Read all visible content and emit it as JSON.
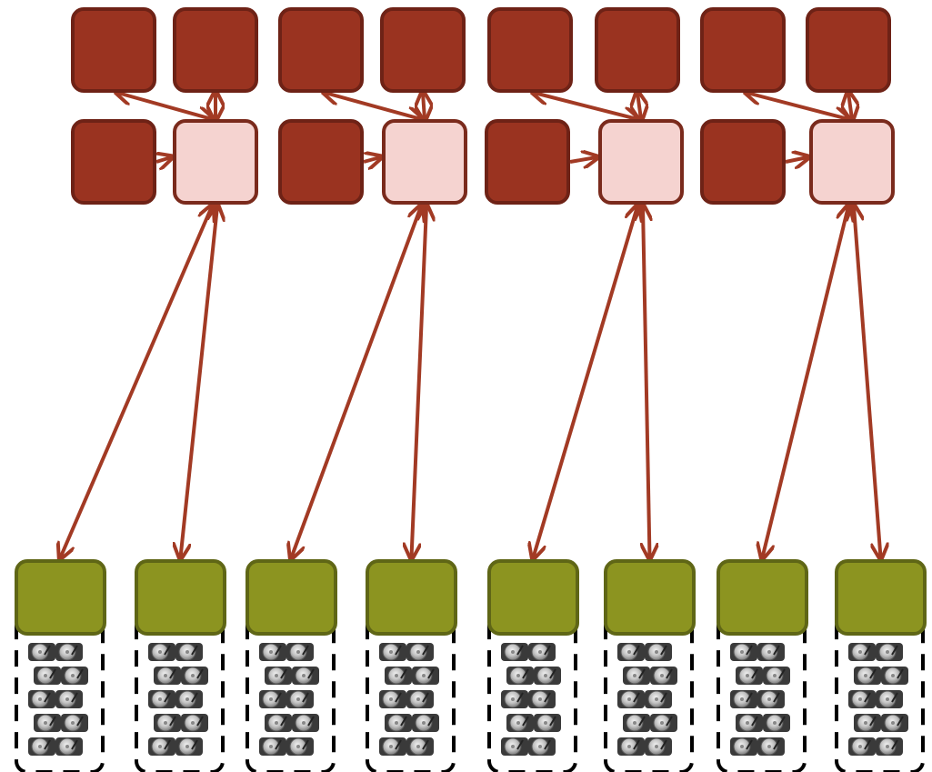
{
  "colors": {
    "dark_node_fill": "#9a3320",
    "dark_node_stroke": "#6e2216",
    "aggregator_fill": "#f5d3d0",
    "aggregator_stroke": "#7a2a1c",
    "storage_node_fill": "#8c9420",
    "storage_node_stroke": "#5f6616",
    "edge": "#a23a24",
    "disk_group_border": "#000000",
    "disk_metal": "#b8b8b8"
  },
  "diagram": {
    "groups": 4,
    "nodes_per_group": {
      "top_row": 2,
      "second_row_dark": 1,
      "aggregator": 1
    },
    "storage_servers": 8,
    "storage_servers_per_aggregator": 2,
    "disk_icons": {
      "icon": "hard-disk-icon",
      "icons_per_stack": 10
    },
    "edge_style": "bidirectional-arrow"
  }
}
